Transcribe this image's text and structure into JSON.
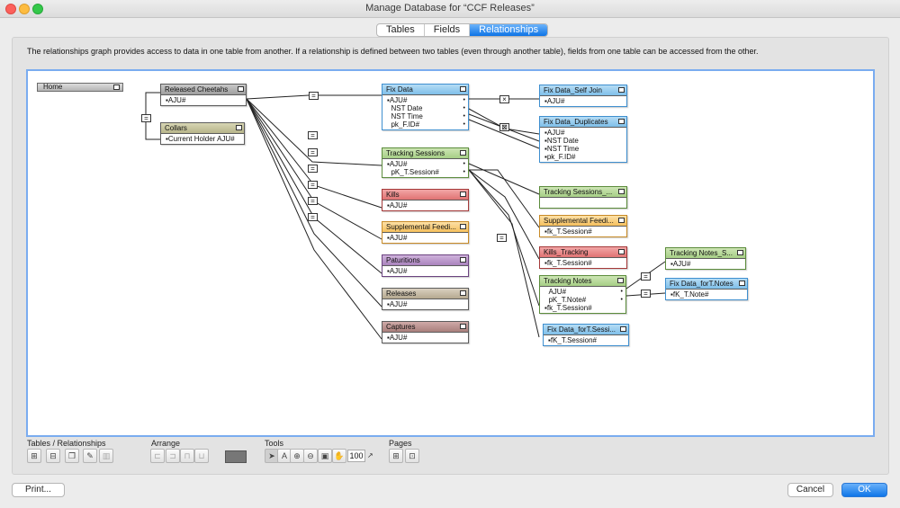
{
  "window": {
    "title": "Manage Database for “CCF Releases”"
  },
  "tabs": [
    {
      "label": "Tables",
      "active": false
    },
    {
      "label": "Fields",
      "active": false
    },
    {
      "label": "Relationships",
      "active": true
    }
  ],
  "description": "The relationships graph provides access to data in one table from another. If a relationship is defined between two tables (even through another table), fields from one table can be accessed from the other.",
  "graph": {
    "home": "Home",
    "tables": {
      "released": {
        "name": "Released Cheetahs",
        "fields": [
          "AJU#"
        ]
      },
      "collars": {
        "name": "Collars",
        "fields": [
          "Current Holder AJU#"
        ]
      },
      "fixdata": {
        "name": "Fix Data",
        "fields": [
          "AJU#",
          "NST Date",
          "NST Time",
          "pk_F.ID#"
        ]
      },
      "selfjoin": {
        "name": "Fix Data_Self Join",
        "fields": [
          "AJU#"
        ]
      },
      "duplicates": {
        "name": "Fix Data_Duplicates",
        "fields": [
          "AJU#",
          "NST Date",
          "NST Time",
          "pk_F.ID#"
        ]
      },
      "tracking": {
        "name": "Tracking Sessions",
        "fields": [
          "AJU#",
          "pK_T.Session#"
        ]
      },
      "trackingsub": {
        "name": "Tracking Sessions_...",
        "fields": [
          ""
        ]
      },
      "suppfeed2": {
        "name": "Supplemental Feedi...",
        "fields": [
          "fk_T.Session#"
        ]
      },
      "killstrack": {
        "name": "Kills_Tracking",
        "fields": [
          "fk_T.Session#"
        ]
      },
      "trackingnotes": {
        "name": "Tracking Notes",
        "fields": [
          "AJU#",
          "pK_T.Note#",
          "fk_T.Session#"
        ]
      },
      "fixsession": {
        "name": "Fix Data_forT.Sessi...",
        "fields": [
          "fK_T.Session#"
        ]
      },
      "notessub": {
        "name": "Tracking Notes_S...",
        "fields": [
          "AJU#"
        ]
      },
      "fixnotes": {
        "name": "Fix Data_forT.Notes",
        "fields": [
          "fK_T.Note#"
        ]
      },
      "kills": {
        "name": "Kills",
        "fields": [
          "AJU#"
        ]
      },
      "suppfeed": {
        "name": "Supplemental Feedi...",
        "fields": [
          "AJU#"
        ]
      },
      "paturitions": {
        "name": "Paturitions",
        "fields": [
          "AJU#"
        ]
      },
      "releases": {
        "name": "Releases",
        "fields": [
          "AJU#"
        ]
      },
      "captures": {
        "name": "Captures",
        "fields": [
          "AJU#"
        ]
      }
    }
  },
  "toolbar": {
    "groups": {
      "tables": "Tables / Relationships",
      "arrange": "Arrange",
      "tools": "Tools",
      "pages": "Pages"
    },
    "zoom": "100",
    "icons": {
      "add_table": "add-table-icon",
      "add_relationship": "add-relationship-icon",
      "duplicate": "duplicate-icon",
      "edit": "edit-pencil-icon",
      "delete": "delete-icon",
      "pointer": "pointer-icon",
      "text": "text-tool-icon",
      "zoom_in": "zoom-in-icon",
      "zoom_out": "zoom-out-icon",
      "fit": "fit-window-icon",
      "hand": "hand-icon",
      "page_grid": "page-grid-icon",
      "page_setup": "page-setup-icon"
    }
  },
  "buttons": {
    "print": "Print...",
    "cancel": "Cancel",
    "ok": "OK"
  }
}
